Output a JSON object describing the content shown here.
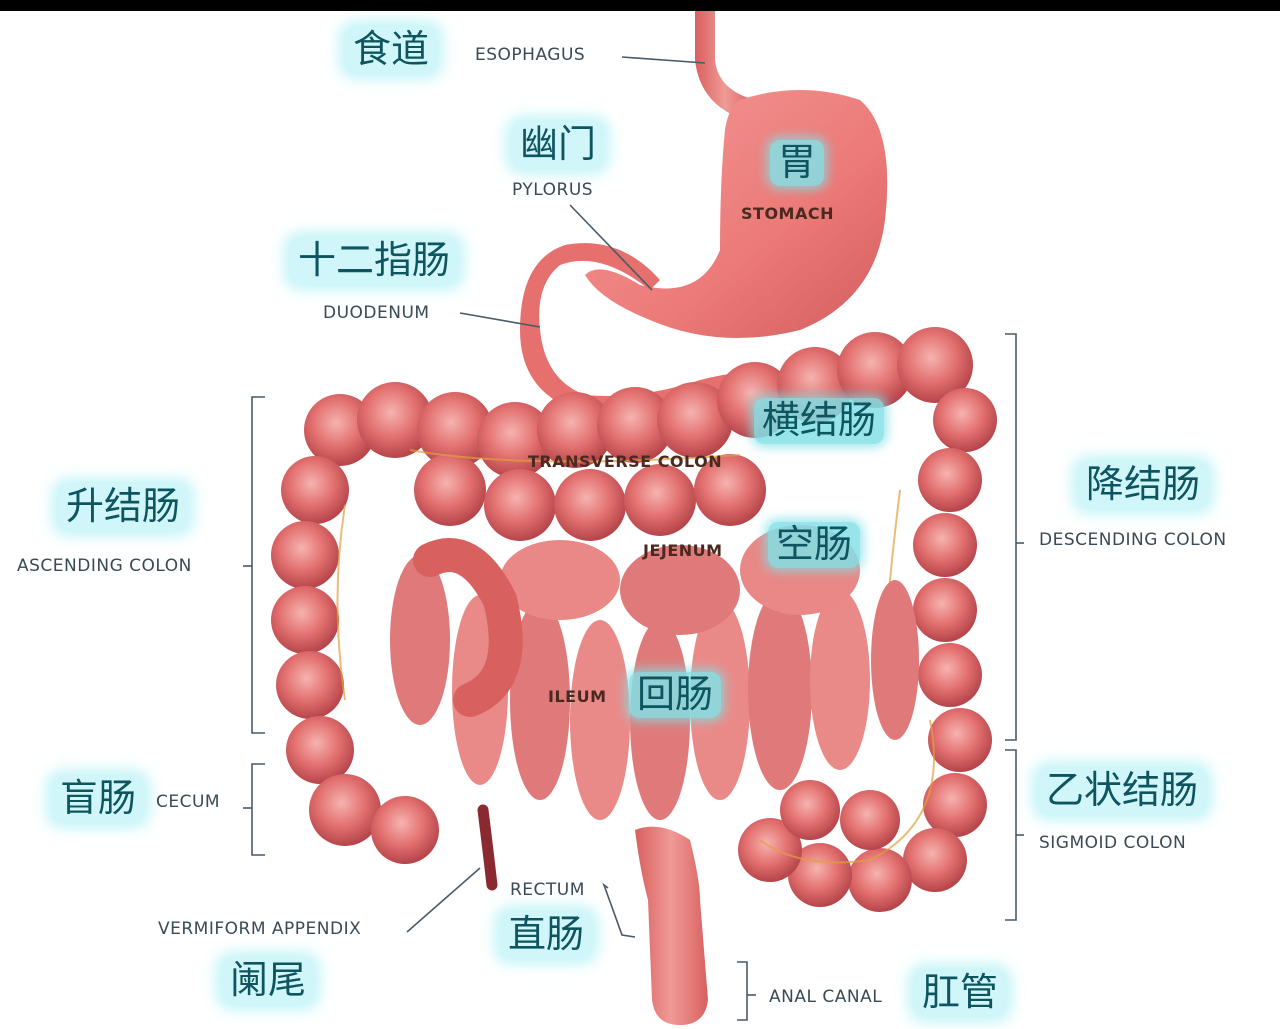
{
  "diagram": {
    "title": "Human digestive system",
    "colors": {
      "organ": "#e8716f",
      "organ_dark": "#b8454a",
      "label_zh": "#0f5560",
      "label_en": "#3a4a55",
      "highlight": "#7fe3ee"
    },
    "labels": [
      {
        "id": "esophagus",
        "zh": "食道",
        "en": "ESOPHAGUS"
      },
      {
        "id": "pylorus",
        "zh": "幽门",
        "en": "PYLORUS"
      },
      {
        "id": "stomach",
        "zh": "胃",
        "en": "STOMACH"
      },
      {
        "id": "duodenum",
        "zh": "十二指肠",
        "en": "DUODENUM"
      },
      {
        "id": "transverse_colon",
        "zh": "横结肠",
        "en": "TRANSVERSE COLON"
      },
      {
        "id": "ascending_colon",
        "zh": "升结肠",
        "en": "ASCENDING COLON"
      },
      {
        "id": "descending_colon",
        "zh": "降结肠",
        "en": "DESCENDING COLON"
      },
      {
        "id": "jejunum",
        "zh": "空肠",
        "en": "JEJENUM"
      },
      {
        "id": "ileum",
        "zh": "回肠",
        "en": "ILEUM"
      },
      {
        "id": "cecum",
        "zh": "盲肠",
        "en": "CECUM"
      },
      {
        "id": "sigmoid_colon",
        "zh": "乙状结肠",
        "en": "SIGMOID COLON"
      },
      {
        "id": "rectum",
        "zh": "直肠",
        "en": "RECTUM"
      },
      {
        "id": "appendix",
        "zh": "阑尾",
        "en": "VERMIFORM APPENDIX"
      },
      {
        "id": "anal_canal",
        "zh": "肛管",
        "en": "ANAL CANAL"
      }
    ]
  }
}
